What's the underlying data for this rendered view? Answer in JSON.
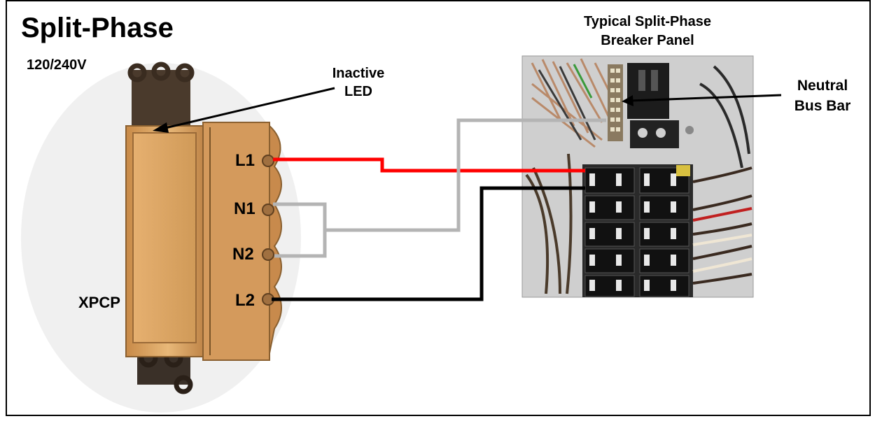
{
  "title": "Split-Phase",
  "voltage": "120/240V",
  "device_model": "XPCP",
  "led_label": [
    "Inactive",
    "LED"
  ],
  "panel_label": [
    "Typical Split-Phase",
    "Breaker Panel"
  ],
  "neutral_label": [
    "Neutral",
    "Bus Bar"
  ],
  "terminals": {
    "l1": "L1",
    "n1": "N1",
    "n2": "N2",
    "l2": "L2"
  },
  "colors": {
    "line1_wire": "#ff0000",
    "line2_wire": "#000000",
    "neutral_wire": "#b4b4b4",
    "device_body": "#d8a060"
  }
}
